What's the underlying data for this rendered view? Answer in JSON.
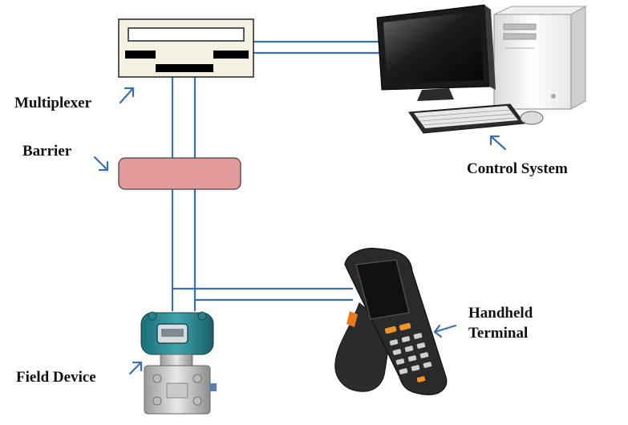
{
  "labels": {
    "multiplexer": "Multiplexer",
    "barrier": "Barrier",
    "control_system": "Control System",
    "handheld_line1": "Handheld",
    "handheld_line2": "Terminal",
    "field_device": "Field Device"
  },
  "colors": {
    "wire": "#3a6fb5",
    "arrow": "#3a6fb5",
    "barrier_fill": "#e39a9b",
    "multiplexer_fill": "#f4f1e2",
    "multiplexer_slot": "#000000",
    "label_text": "#111111"
  },
  "icons": {
    "multiplexer": "multiplexer-device-icon",
    "barrier": "barrier-block",
    "control_system": "desktop-computer-icon",
    "handheld": "handheld-terminal-icon",
    "field_device": "pressure-transmitter-icon"
  }
}
